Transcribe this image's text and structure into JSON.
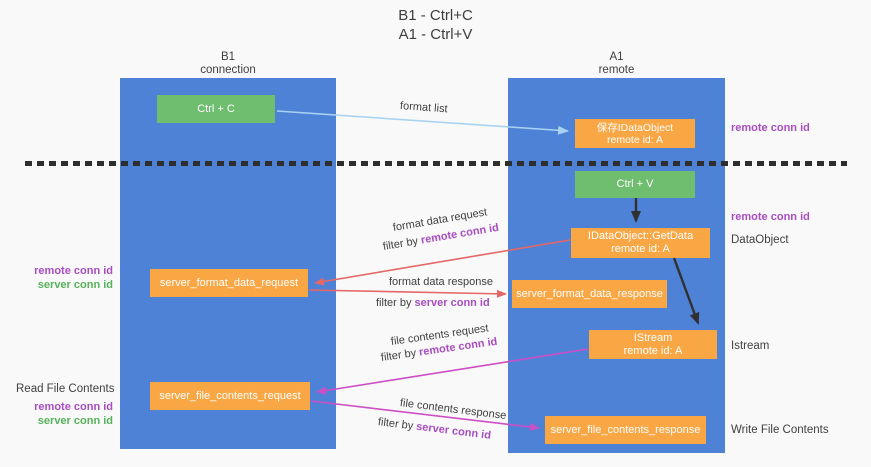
{
  "colors": {
    "background": "#f9f9f9",
    "column_blue": "#4e82d7",
    "box_green": "#6fbe70",
    "box_orange": "#f9a644",
    "arrow_light_blue": "#a9d3f2",
    "arrow_salmon": "#e56767",
    "arrow_magenta": "#cd4ec5",
    "arrow_black": "#303030",
    "text_dark": "#3f3f3f",
    "text_purple": "#a94dc2",
    "text_green": "#55b35a"
  },
  "title": {
    "line1": "B1 - Ctrl+C",
    "line2": "A1 - Ctrl+V"
  },
  "left_column": {
    "header_line1": "B1",
    "header_line2": "connection"
  },
  "right_column": {
    "header_line1": "A1",
    "header_line2": "remote"
  },
  "boxes": {
    "ctrl_c": "Ctrl + C",
    "ctrl_v": "Ctrl + V",
    "save_idataobject_line1": "保存IDataObject",
    "save_idataobject_line2": "remote id: A",
    "getdata_line1": "IDataObject::GetData",
    "getdata_line2": "remote id: A",
    "istream_line1": "IStream",
    "istream_line2": "remote id: A",
    "format_request": "server_format_data_request",
    "format_response": "server_format_data_response",
    "file_request": "server_file_contents_request",
    "file_response": "server_file_contents_response"
  },
  "arrow_labels": {
    "format_list": "format list",
    "format_data_request": "format data request",
    "format_data_request_filter_prefix": "filter by ",
    "format_data_request_filter_key": "remote conn id",
    "format_data_response": "format data response",
    "format_data_response_filter_prefix": "filter by ",
    "format_data_response_filter_key": "server conn id",
    "file_contents_request": "file contents request",
    "file_contents_request_filter_prefix": "filter by ",
    "file_contents_request_filter_key": "remote conn id",
    "file_contents_response": "file contents response",
    "file_contents_response_filter_prefix": "filter by ",
    "file_contents_response_filter_key": "server conn id"
  },
  "side_labels": {
    "top_right_remote_conn_id": "remote conn id",
    "mid_right_remote_conn_id": "remote conn id",
    "dataobject": "DataObject",
    "istream": "Istream",
    "write_file_contents": "Write File Contents",
    "read_file_contents": "Read File Contents",
    "left_remote_conn_id_1": "remote conn id",
    "left_server_conn_id_1": "server conn id",
    "left_remote_conn_id_2": "remote conn id",
    "left_server_conn_id_2": "server conn id"
  }
}
